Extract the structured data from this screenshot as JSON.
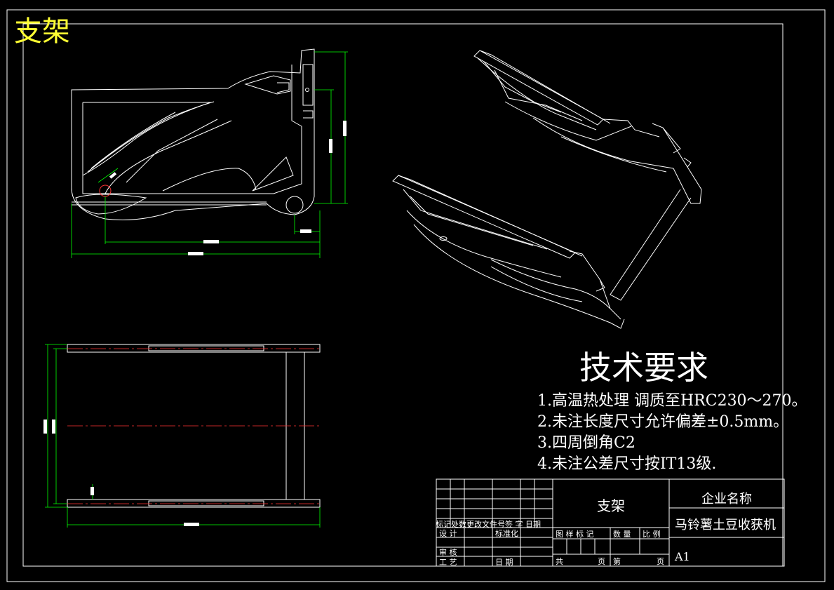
{
  "drawing": {
    "corner_title": "支架",
    "tech_req": {
      "heading": "技术要求",
      "items": [
        "1.高温热处理 调质至HRC230～270。",
        "2.未注长度尺寸允许偏差±0.5mm。",
        "3.四周倒角C2",
        "4.未注公差尺寸按IT13级."
      ]
    },
    "title_block": {
      "part_name": "支架",
      "company": "企业名称",
      "project": "马铃薯土豆收获机",
      "sheet_size": "A1",
      "rev_header": "标记处数更改文件号签 字 日期",
      "design": "设 计",
      "standardize": "标准化",
      "review": "审 核",
      "process": "工 艺",
      "date": "日 期",
      "stage_header": "图 样 标 记",
      "qty_header": "数 量",
      "scale_header": "比 例",
      "total": "共",
      "pages": "页",
      "sheet": "第",
      "pages2": "页"
    },
    "colors": {
      "background": "#000000",
      "lines": "#ffffff",
      "dimensions": "#00ff00",
      "centerline": "#ff3333",
      "corner_title": "#ffff33"
    }
  }
}
